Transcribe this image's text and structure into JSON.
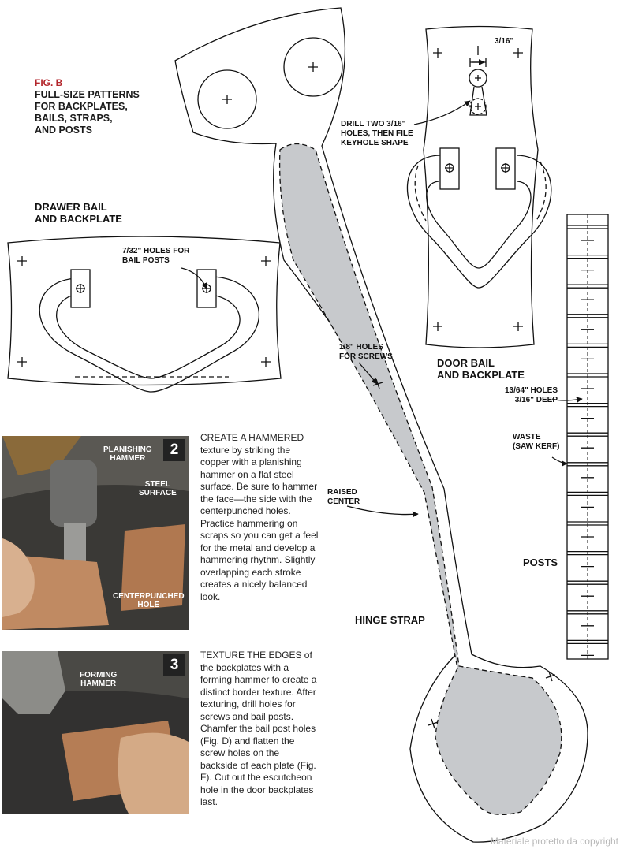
{
  "figure": {
    "tag": "FIG. B",
    "title_lines": [
      "FULL-SIZE PATTERNS",
      "FOR BACKPLATES,",
      "BAILS, STRAPS,",
      "AND POSTS"
    ]
  },
  "drawer": {
    "title_lines": [
      "DRAWER BAIL",
      "AND BACKPLATE"
    ],
    "holes_label_lines": [
      "7/32\" HOLES FOR",
      "BAIL POSTS"
    ]
  },
  "door": {
    "dim_label": "3/16\"",
    "keyhole_label_lines": [
      "DRILL TWO 3/16\"",
      "HOLES, THEN FILE",
      "KEYHOLE SHAPE"
    ],
    "title_lines": [
      "DOOR BAIL",
      "AND BACKPLATE"
    ]
  },
  "hinge": {
    "screws_label_lines": [
      "1/8\" HOLES",
      "FOR SCREWS"
    ],
    "raised_label_lines": [
      "RAISED",
      "CENTER"
    ],
    "title": "HINGE STRAP"
  },
  "posts": {
    "holes_label_lines": [
      "13/64\" HOLES",
      "3/16\" DEEP"
    ],
    "waste_label_lines": [
      "WASTE",
      "(SAW KERF)"
    ],
    "title": "POSTS"
  },
  "step2": {
    "number": "2",
    "photo_labels": {
      "hammer_lines": [
        "PLANISHING",
        "HAMMER"
      ],
      "surface_lines": [
        "STEEL",
        "SURFACE"
      ],
      "hole_lines": [
        "CENTERPUNCHED",
        "HOLE"
      ]
    },
    "lead": "Create a hammered",
    "text": " texture by striking the copper with a planishing hammer on a flat steel surface. Be sure to hammer the face—the side with the centerpunched holes. Practice hammering on scraps so you can get a feel for the metal and develop a hammering rhythm. Slightly overlapping each stroke creates a nicely balanced look."
  },
  "step3": {
    "number": "3",
    "photo_labels": {
      "hammer_lines": [
        "FORMING",
        "HAMMER"
      ]
    },
    "lead": "Texture the edges",
    "text": " of the backplates with a forming hammer to create a distinct border texture. After texturing, drill holes for screws and bail posts. Chamfer the bail post holes (Fig. D) and flatten the screw holes on the backside of each plate (Fig. F). Cut out the escutcheon hole in the door backplates last."
  },
  "watermark": "Materiale protetto da copyright",
  "colors": {
    "hinge_fill": "#c7c9cc",
    "accent_red": "#b3262c",
    "photo_dark": "#3a3936"
  }
}
